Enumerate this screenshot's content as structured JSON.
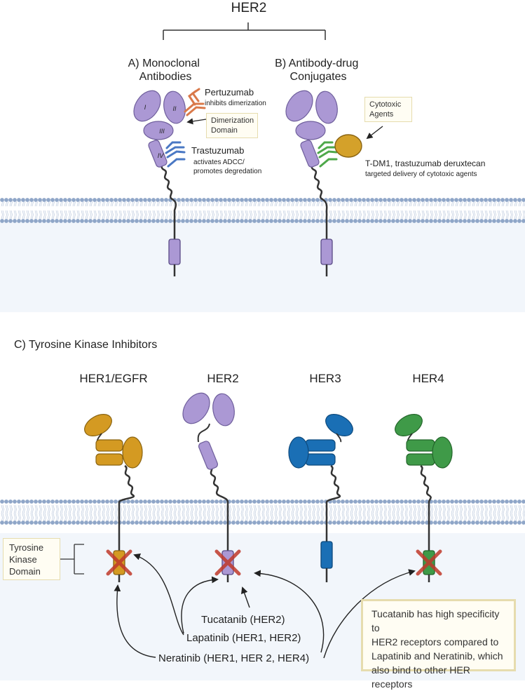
{
  "figure": {
    "title": "HER2",
    "panel_a": {
      "heading_line1": "A) Monoclonal",
      "heading_line2": "Antibodies"
    },
    "panel_b": {
      "heading_line1": "B) Antibody-drug",
      "heading_line2": "Conjugates"
    },
    "domains": {
      "d1": "I",
      "d2": "II",
      "d3": "III",
      "d4": "IV"
    },
    "pertuzumab": {
      "name": "Pertuzumab",
      "desc": "inhibits dimerization"
    },
    "dimerization_box": {
      "line1": "Dimerization",
      "line2": "Domain"
    },
    "trastuzumab": {
      "name": "Trastuzumab",
      "desc1": "activates ADCC/",
      "desc2": "promotes degredation"
    },
    "cytotoxic_box": {
      "line1": "Cytotoxic",
      "line2": "Agents"
    },
    "adc": {
      "name": "T-DM1, trastuzumab deruxtecan",
      "desc": "targeted delivery of cytotoxic agents"
    },
    "panel_c": {
      "heading": "C) Tyrosine Kinase Inhibitors"
    },
    "receptors": [
      {
        "label": "HER1/EGFR",
        "color": "#d49a22"
      },
      {
        "label": "HER2",
        "color": "#ab98d4"
      },
      {
        "label": "HER3",
        "color": "#1a6fb5"
      },
      {
        "label": "HER4",
        "color": "#3f9a48"
      }
    ],
    "tkd_box": {
      "line1": "Tyrosine",
      "line2": "Kinase",
      "line3": "Domain"
    },
    "drugs": {
      "tucatanib": "Tucatanib (HER2)",
      "lapatinib": "Lapatinib (HER1, HER2)",
      "neratinib": "Neratinib (HER1, HER 2, HER4)"
    },
    "specificity_note": {
      "line1": "Tucatanib has high specificity to",
      "line2": "HER2 receptors compared to",
      "line3": "Lapatinib and Neratinib, which",
      "line4": "also bind to other HER receptors"
    },
    "colors": {
      "her2_purple": "#ab98d4",
      "pertuzumab_orange": "#d9794a",
      "trastuzumab_blue": "#4a78c4",
      "adc_green": "#4ea84a",
      "cytotoxic_gold": "#d4a12a",
      "inhibitor_red": "#c0392b",
      "membrane": "#8fa6c8",
      "cytoplasm": "#f2f6fb"
    }
  }
}
